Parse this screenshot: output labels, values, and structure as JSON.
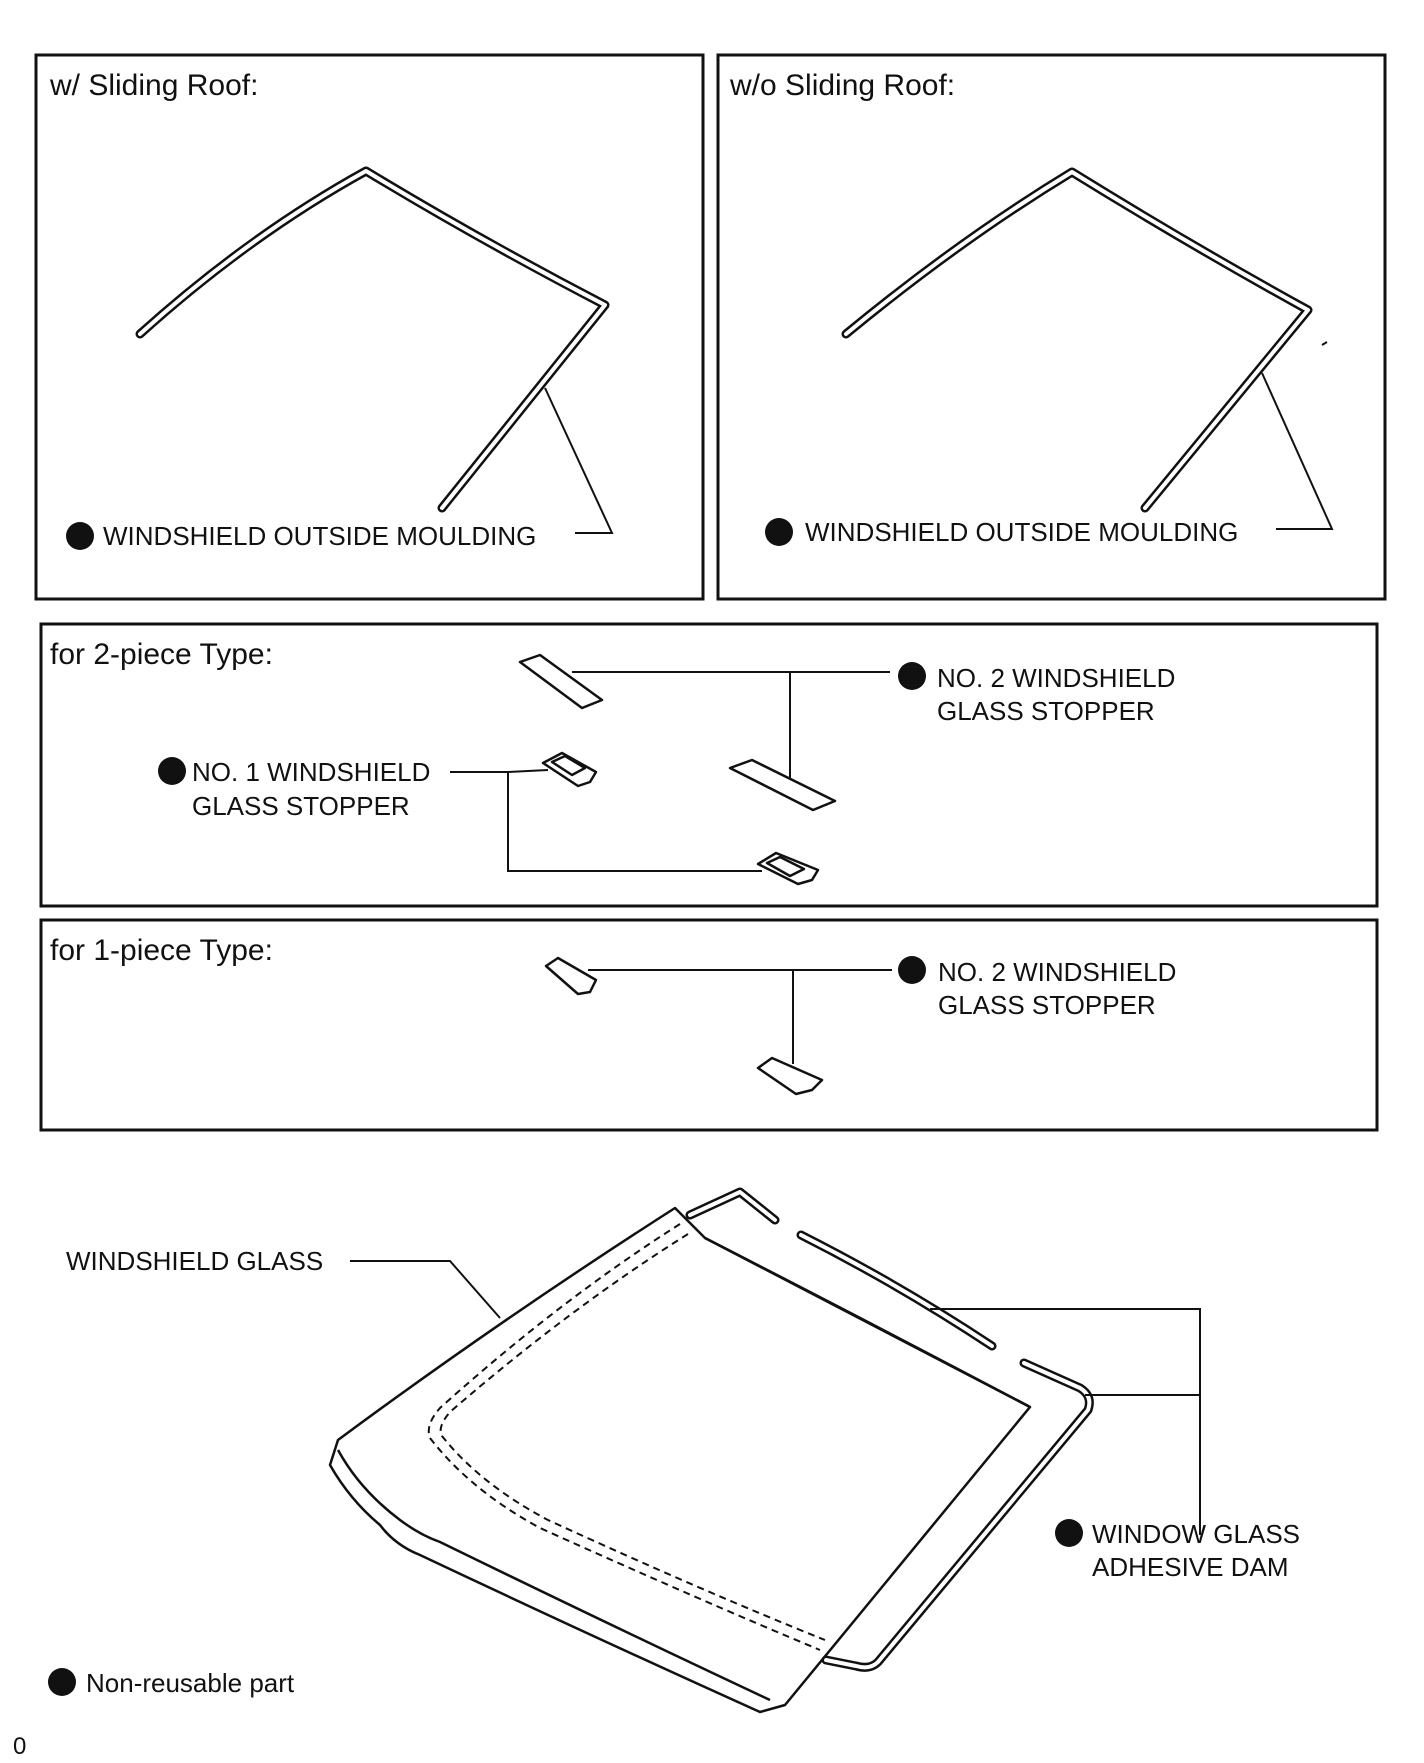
{
  "panels": {
    "sliding_roof": {
      "title": "w/ Sliding Roof:",
      "moulding_label": "WINDSHIELD OUTSIDE MOULDING"
    },
    "no_sliding_roof": {
      "title": "w/o Sliding Roof:",
      "moulding_label": "WINDSHIELD OUTSIDE MOULDING"
    },
    "two_piece": {
      "title": "for 2-piece Type:",
      "no2_line1": "NO. 2 WINDSHIELD",
      "no2_line2": "GLASS STOPPER",
      "no1_line1": "NO. 1 WINDSHIELD",
      "no1_line2": "GLASS STOPPER"
    },
    "one_piece": {
      "title": "for 1-piece Type:",
      "no2_line1": "NO. 2 WINDSHIELD",
      "no2_line2": "GLASS STOPPER"
    }
  },
  "main": {
    "glass_label": "WINDSHIELD GLASS",
    "dam_line1": "WINDOW GLASS",
    "dam_line2": "ADHESIVE DAM"
  },
  "legend": {
    "text": "Non-reusable part"
  },
  "page_number": "0",
  "colors": {
    "ink": "#111111",
    "paper": "#ffffff"
  }
}
